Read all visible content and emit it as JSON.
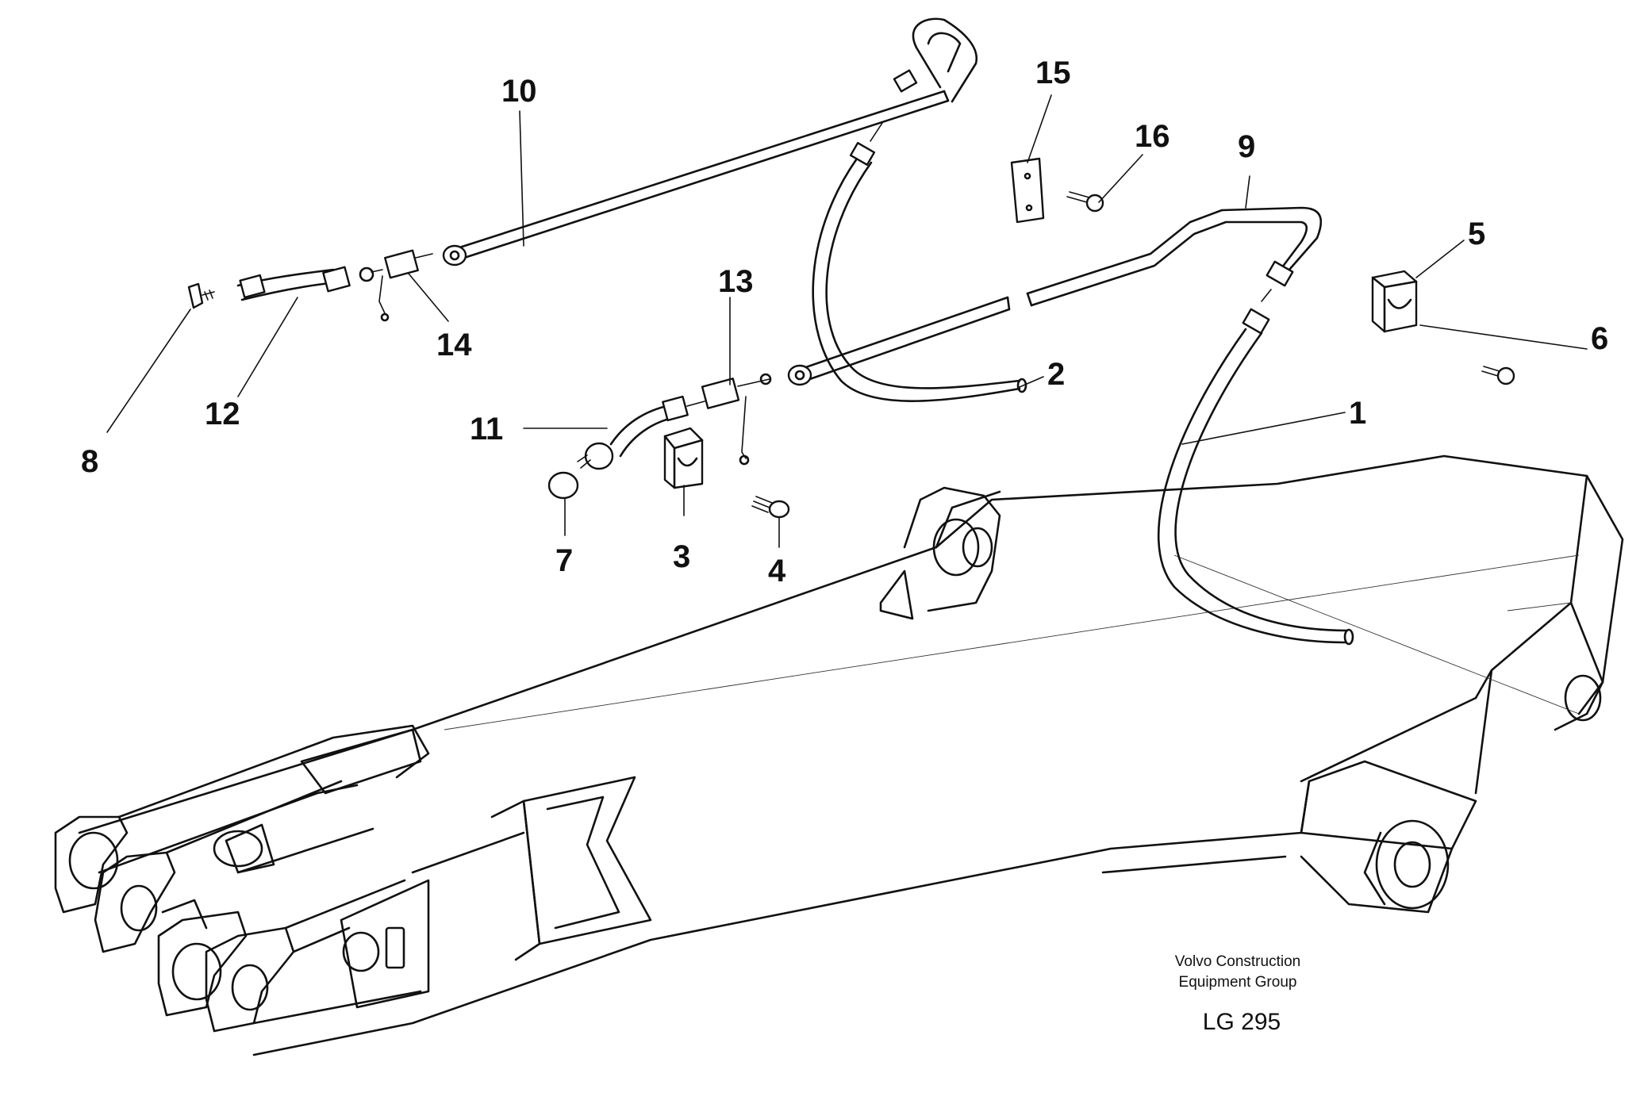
{
  "callouts": [
    {
      "num": "1"
    },
    {
      "num": "2"
    },
    {
      "num": "3"
    },
    {
      "num": "4"
    },
    {
      "num": "5"
    },
    {
      "num": "6"
    },
    {
      "num": "7"
    },
    {
      "num": "8"
    },
    {
      "num": "9"
    },
    {
      "num": "10"
    },
    {
      "num": "11"
    },
    {
      "num": "12"
    },
    {
      "num": "13"
    },
    {
      "num": "14"
    },
    {
      "num": "15"
    },
    {
      "num": "16"
    }
  ],
  "caption": {
    "line1": "Volvo Construction",
    "line2": "Equipment Group",
    "reference": "LG 295"
  }
}
